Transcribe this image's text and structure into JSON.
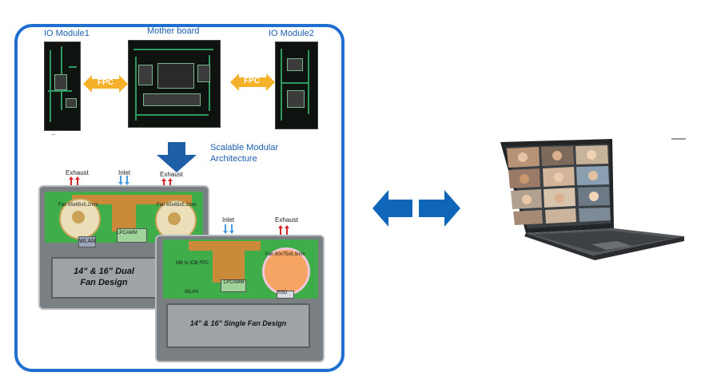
{
  "labels": {
    "io_module1": "IO Module1",
    "motherboard": "Mother board",
    "io_module2": "IO Module2",
    "fpc_left": "FPC",
    "fpc_right": "FPC",
    "scalable": "Scalable Modular",
    "architecture": "Architecture"
  },
  "dual_fan_board": {
    "exhaust_left": "Exhaust",
    "inlet": "Inlet",
    "exhaust_right": "Exhaust",
    "fan_left": "Fan 65x65x5.2mm",
    "fan_right": "Fan 65x65x5.2mm",
    "wlan": "WLAN",
    "lpcamm": "LPCAMM",
    "battery_line1": "14\" & 16\" Dual",
    "battery_line2": "Fan Design"
  },
  "single_fan_board": {
    "inlet": "Inlet",
    "exhaust": "Exhaust",
    "fan": "Fan 80x75x5.3mm",
    "mb_iob": "MB to IOB FPC",
    "lpcamm": "LPCAMM",
    "wlan": "WLAN",
    "ssd": "SSD",
    "battery": "14\" & 16\" Single Fan Design"
  },
  "colors": {
    "frame": "#1f6fd1",
    "label": "#1d5fae",
    "fpc": "#f6b12a",
    "big_arrow": "#1f5fa8",
    "exhaust_arrow": "#d6262a",
    "inlet_arrow": "#4a9be0",
    "double_arrow": "#0f66b8"
  },
  "icons": {
    "down_arrow": "down-arrow-icon",
    "double_arrow": "double-arrow-icon",
    "laptop": "laptop-icon"
  }
}
